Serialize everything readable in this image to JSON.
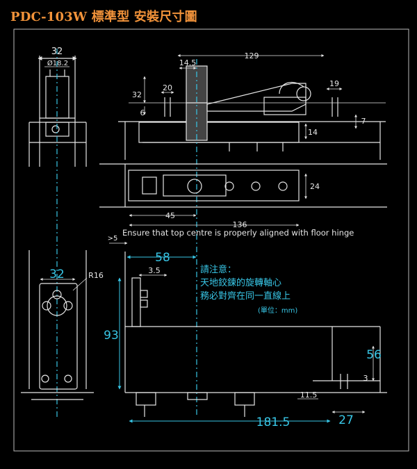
{
  "title": "PDC-103W 標準型 安裝尺寸圖",
  "colors": {
    "background": "#000000",
    "title": "#f2933a",
    "drawing": "#e6e6e6",
    "dimension_accent": "#38c6e6"
  },
  "dimensions": {
    "top_width": "32",
    "top_diameter": "Ø18.2",
    "offset_14_5": "14.5",
    "length_129": "129",
    "height_32": "32",
    "width_20": "20",
    "width_19": "19",
    "dim_6": "6",
    "dim_7": "7",
    "dim_14": "14",
    "dim_24": "24",
    "dim_45": "45",
    "dim_136": "136",
    "dim_gt5": ">5",
    "dim_58": "58",
    "dim_3_5": "3.5",
    "dim_93": "93",
    "dim_56": "56",
    "dim_3": "3",
    "dim_11_5": "11.5",
    "dim_181_5": "181.5",
    "dim_27": "27",
    "side_width": "32",
    "radius": "R16"
  },
  "notes": {
    "align_instruction": "Ensure that top centre is properly aligned with floor hinge",
    "note_title": "請注意：",
    "note_line1": "天地鉸鍊的旋轉軸心",
    "note_line2": "務必對齊在同一直線上",
    "unit": "(單位：mm)"
  }
}
